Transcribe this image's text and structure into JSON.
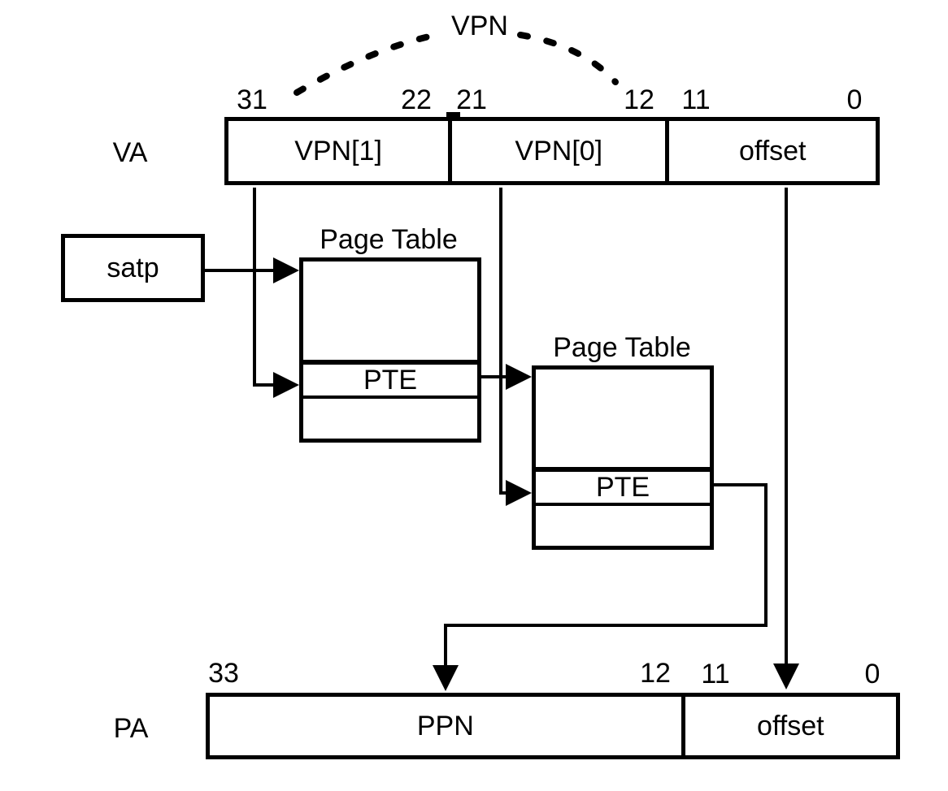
{
  "diagram": {
    "vpn_label": "VPN",
    "va_row": {
      "label": "VA",
      "bits": [
        "31",
        "22",
        "21",
        "12",
        "11",
        "0"
      ],
      "fields": [
        "VPN[1]",
        "VPN[0]",
        "offset"
      ]
    },
    "satp_label": "satp",
    "page_tables": [
      {
        "title": "Page Table",
        "pte_label": "PTE"
      },
      {
        "title": "Page Table",
        "pte_label": "PTE"
      }
    ],
    "pa_row": {
      "label": "PA",
      "bits": [
        "33",
        "12",
        "11",
        "0"
      ],
      "fields": [
        "PPN",
        "offset"
      ]
    }
  }
}
